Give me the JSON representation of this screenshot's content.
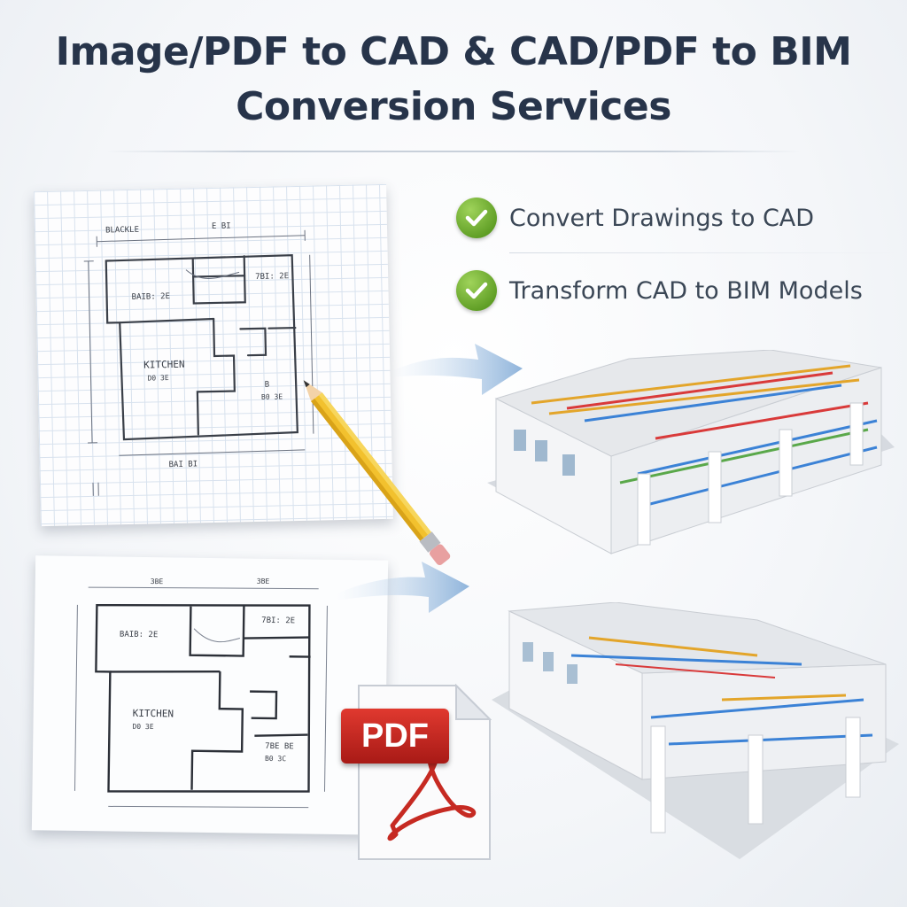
{
  "header": {
    "title_line1": "Image/PDF to CAD & CAD/PDF to BIM",
    "title_line2": "Conversion Services"
  },
  "features": [
    {
      "label": "Convert Drawings to CAD",
      "icon": "check-circle-icon"
    },
    {
      "label": "Transform CAD to BIM Models",
      "icon": "check-circle-icon"
    }
  ],
  "sketch_plan": {
    "room_label": "KITCHEN"
  },
  "cad_plan": {
    "room_label": "KITCHEN"
  },
  "pdf_badge": {
    "label": "PDF",
    "icon": "adobe-acrobat-icon"
  },
  "colors": {
    "title": "#27344a",
    "check_green": "#6aab2b",
    "pdf_red": "#c62a22",
    "arrow_blue": "#8fb4db"
  }
}
